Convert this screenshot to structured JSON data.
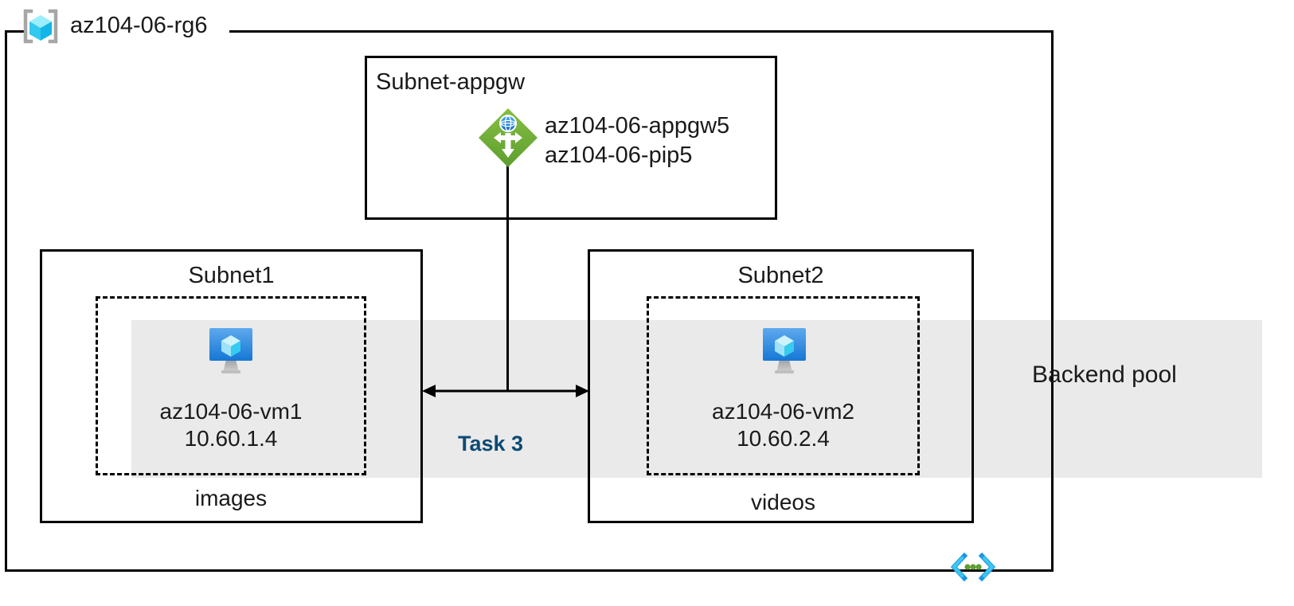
{
  "resource_group": {
    "name": "az104-06-rg6",
    "icon": "resource-group-cube-icon"
  },
  "backend_pool": {
    "label": "Backend pool",
    "band_color": "#EAEAEA"
  },
  "subnet_appgw": {
    "title": "Subnet-appgw",
    "icon": "application-gateway-icon",
    "resources": [
      "az104-06-appgw5",
      "az104-06-pip5"
    ],
    "resource_line_1": "az104-06-appgw5",
    "resource_line_2": "az104-06-pip5"
  },
  "subnet1": {
    "title": "Subnet1",
    "vm_icon": "virtual-machine-icon",
    "vm_name": "az104-06-vm1",
    "vm_ip": "10.60.1.4",
    "storage_label": "images"
  },
  "subnet2": {
    "title": "Subnet2",
    "vm_icon": "virtual-machine-icon",
    "vm_name": "az104-06-vm2",
    "vm_ip": "10.60.2.4",
    "storage_label": "videos"
  },
  "connector": {
    "task_label": "Task 3",
    "task_label_color": "#0C4A74",
    "arrow_type": "double-headed-horizontal"
  },
  "footer": {
    "code_icon": "code-brackets-icon"
  },
  "colors": {
    "appgw_green": "#7BB241",
    "vm_blue": "#2E8BDC",
    "rg_cyan": "#4FD8F5",
    "band_gray": "#EAEAEA",
    "task_navy": "#0C4A74",
    "code_icon_blue": "#1C96E0",
    "code_icon_green": "#5E9E32"
  }
}
